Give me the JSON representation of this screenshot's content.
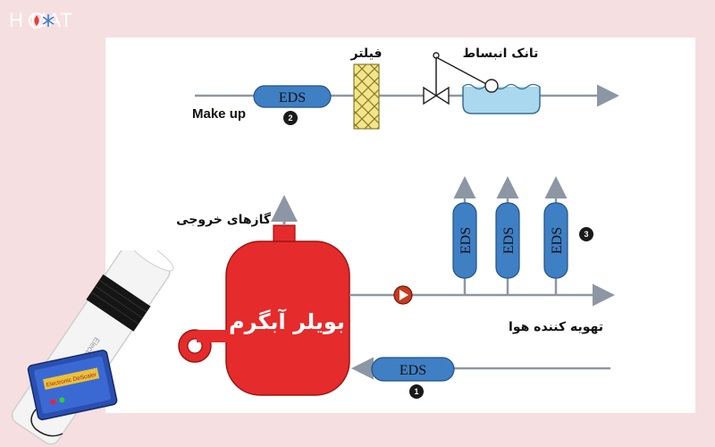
{
  "brand": {
    "logo_text": "H  MAT"
  },
  "diagram": {
    "makeup_label": "Make up",
    "filter_label": "فیلتر",
    "expansion_tank_label": "تانک انبساط",
    "exhaust_label": "گازهای خروجی",
    "boiler_label": "بویلر آبگرم",
    "ventilation_label": "تهویه کننده هوا",
    "eds_label": "EDS",
    "badges": [
      "1",
      "2",
      "3"
    ]
  },
  "device": {
    "label": "Electronic DeScaler"
  },
  "colors": {
    "boiler": "#e52b2b",
    "eds": "#3f7fc4",
    "filter": "#f3e58a",
    "water": "#a9d8ef",
    "line": "#8d97a3"
  }
}
